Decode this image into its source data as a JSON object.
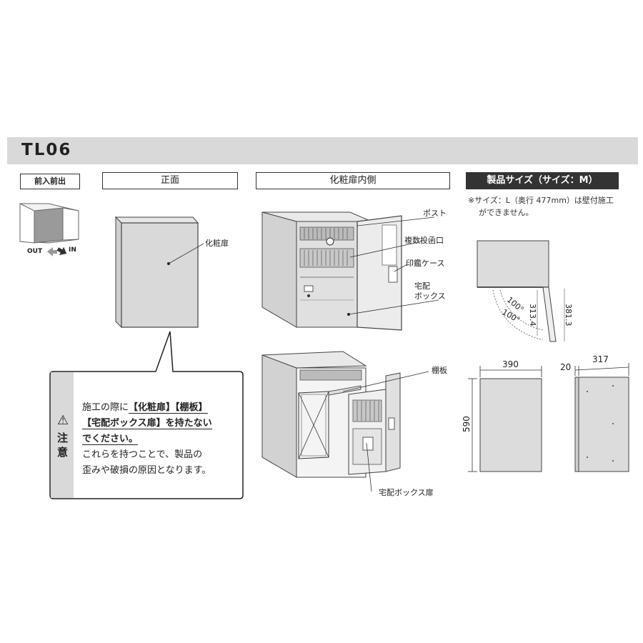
{
  "model": "TL06",
  "labels": {
    "entry": "前入前出",
    "front": "正面",
    "inner": "化粧扉内側",
    "size_header": "製品サイズ（サイズ：M）"
  },
  "size_note": {
    "line1": "※サイズ：L（奥行 477mm）は壁付施工",
    "line2": "ができません。"
  },
  "orientation": {
    "out": "OUT",
    "in": "IN"
  },
  "front_callout": "化粧扉",
  "inner_callouts": {
    "post": "ポスト",
    "slot": "複数投函口",
    "stamp": "印鑑ケース",
    "box_line1": "宅配",
    "box_line2": "ボックス",
    "shelf": "棚板",
    "box_door": "宅配ボックス扉"
  },
  "caution": {
    "title1": "注",
    "title2": "意",
    "line1_pre": "施工の際に",
    "line1_bold": "【化粧扉】【棚板】",
    "line2_bold": "【宅配ボックス扉】を持たない",
    "line3_bold": "でください。",
    "line4": "これらを持つことで、製品の",
    "line5": "歪みや破損の原因となります。"
  },
  "dimensions": {
    "angle_outer": "100°",
    "angle_inner": "100°",
    "side_313": "313.4",
    "side_381": "381.3",
    "width": "390",
    "height": "590",
    "door": "20",
    "depth": "317"
  }
}
